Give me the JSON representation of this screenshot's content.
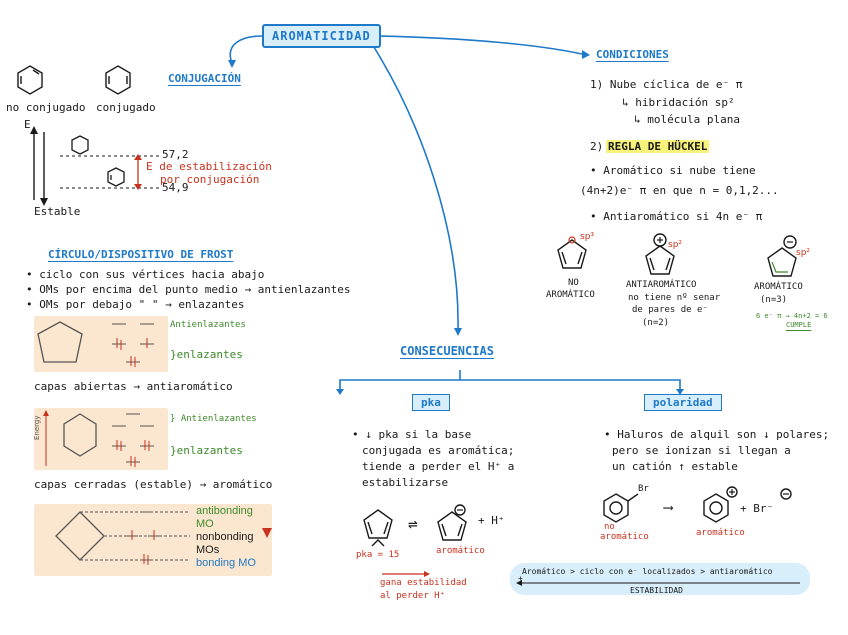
{
  "title": "AROMATICIDAD",
  "conj": {
    "heading": "CONJUGACIÓN",
    "nc": "no conjugado",
    "c": "conjugado",
    "e_axis": "E",
    "stable": "Estable",
    "v1": "57,2",
    "v2": "54,9",
    "note1": "E de estabilización",
    "note2": "por conjugación"
  },
  "frost": {
    "heading": "CÍRCULO/DISPOSITIVO DE FROST",
    "b1": "• ciclo con sus vértices hacia abajo",
    "b2": "• OMs por encima del punto medio → antienlazantes",
    "b3": "• OMs por debajo \" \" → enlazantes",
    "c1a": "Antienlazantes",
    "c1b": "}enlazantes",
    "c1cap": "capas abiertas → antiaromático",
    "c2axis": "Energy",
    "c2a": "} Antienlazantes",
    "c2b": "}enlazantes",
    "c2cap": "capas cerradas (estable) → aromático",
    "c3_anti": "antibonding",
    "c3_mo": "MO",
    "c3_non": "nonbonding",
    "c3_mos": "MOs",
    "c3_bond": "bonding MO"
  },
  "cond": {
    "heading": "CONDICIONES",
    "n1": "1) Nube cíclica de e⁻ π",
    "n1a": "↳ hibridación sp²",
    "n1b": "↳ molécula plana",
    "n2num": "2)",
    "n2": "REGLA DE HÜCKEL",
    "r1": "• Aromático si nube tiene",
    "r2": "(4n+2)e⁻ π  en que n = 0,1,2...",
    "r3": "• Antiaromático si 4n e⁻ π",
    "m1": "NO",
    "m1b": "AROMÁTICO",
    "m2": "ANTIAROMÁTICO",
    "m2b": "no tiene nº senar",
    "m2c": "de pares de e⁻",
    "m2d": "(n=2)",
    "m3": "AROMÁTICO",
    "m3b": "(n=3)",
    "m3c": "6 e⁻ π → 4n+2 = 6",
    "m3d": "CUMPLE",
    "sp3": "sp³",
    "sp2": "sp²",
    "sp2b": "sp²"
  },
  "cons": {
    "heading": "CONSECUENCIAS",
    "pka": "pka",
    "pol": "polaridad",
    "p1": "• ↓ pka si la base",
    "p2": "conjugada es aromática;",
    "p3": "tiende a perder el H⁺ a",
    "p4": "estabilizarse",
    "pk_val": "pka = 15",
    "arom": "aromático",
    "gana1": "gana estabilidad",
    "gana2": "al perder H⁺",
    "hplus": "+ H⁺",
    "eq": "⇌",
    "q1": "• Haluros de alquil son ↓ polares;",
    "q2": "pero se ionizan si llegan a",
    "q3": "un catión ↑ estable",
    "br": "Br",
    "no": "no",
    "noarom": "aromático",
    "arom2": "aromático",
    "brm": "+ Br⁻",
    "arrow": "⟶"
  },
  "stab": {
    "line1": "Aromático > ciclo con e⁻ localizados > antiaromático",
    "plus": "+",
    "label": "ESTABILIDAD"
  }
}
